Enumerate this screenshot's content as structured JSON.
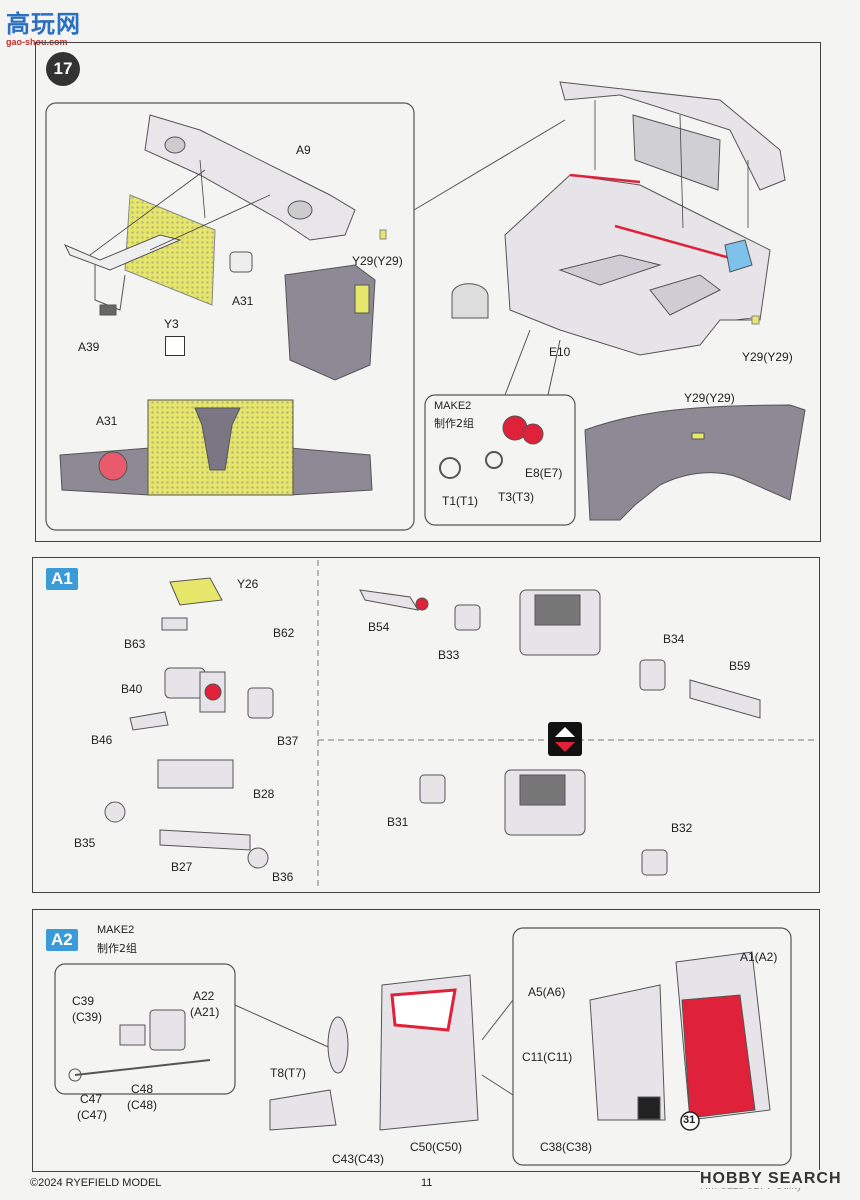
{
  "watermark": {
    "logo_chars": "高玩网",
    "site": "gao-shou.com"
  },
  "step17": {
    "number": "17",
    "parts": {
      "a9": "A9",
      "y29_top": "Y29(Y29)",
      "a31_top": "A31",
      "y3": "Y3",
      "a39": "A39",
      "a31_bottom": "A31",
      "e10": "E10",
      "y29_right": "Y29(Y29)",
      "y29_fender": "Y29(Y29)",
      "e8": "E8(E7)",
      "t1": "T1(T1)",
      "t3": "T3(T3)"
    },
    "make2": {
      "en": "MAKE2",
      "cn": "制作2组"
    }
  },
  "stepA1": {
    "tag": "A1",
    "parts": {
      "y26": "Y26",
      "b63": "B63",
      "b62": "B62",
      "b40": "B40",
      "b46": "B46",
      "b37": "B37",
      "b28": "B28",
      "b35": "B35",
      "b27": "B27",
      "b36": "B36",
      "b54": "B54",
      "b33": "B33",
      "b34": "B34",
      "b59": "B59",
      "b31": "B31",
      "b32": "B32"
    }
  },
  "stepA2": {
    "tag": "A2",
    "make2": {
      "en": "MAKE2",
      "cn": "制作2组"
    },
    "parts": {
      "c39": "C39",
      "c39b": "(C39)",
      "a22": "A22",
      "a21": "(A21)",
      "c47": "C47",
      "c47b": "(C47)",
      "c48": "C48",
      "c48b": "(C48)",
      "t8": "T8(T7)",
      "c43": "C43(C43)",
      "c50": "C50(C50)",
      "a1": "A1(A2)",
      "a5": "A5(A6)",
      "c11": "C11(C11)",
      "c38": "C38(C38)",
      "ref": "31"
    }
  },
  "footer": {
    "copyright": "©2024 RYEFIELD MODEL",
    "page": "11",
    "partial_text": "RM-5115 JLTV Utility",
    "hobby_search": "HOBBY SEARCH"
  },
  "colors": {
    "paint_red": "#e0213a",
    "photoetch_yellow": "#e6e66a",
    "tag_blue": "#3b9ad8",
    "grey": "#8d8a96"
  }
}
